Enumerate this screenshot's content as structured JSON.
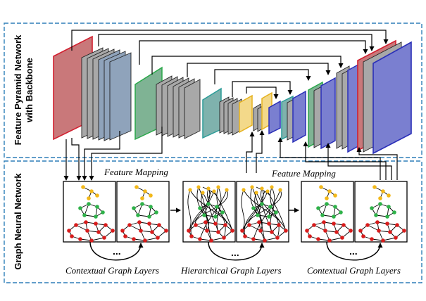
{
  "sections": {
    "top_label_line1": "Feature Pyramid Network",
    "top_label_line2": "with Backbone",
    "bottom_label": "Graph Neural Network"
  },
  "captions": {
    "feature_mapping_left": "Feature Mapping",
    "feature_mapping_right": "Feature Mapping",
    "contextual_left": "Contextual Graph Layers",
    "hierarchical": "Hierarchical Graph Layers",
    "contextual_right": "Contextual Graph Layers",
    "ellipsis": "..."
  },
  "colors": {
    "red_plane": "#c9787a",
    "red_edge": "#d22030",
    "gray_plane": "#a8a8a8",
    "steel_plane": "#8fa3bb",
    "green_plane": "#7fb394",
    "green_edge": "#2aa84a",
    "teal_plane": "#7fb2ad",
    "teal_edge": "#2b9c98",
    "yellow_plane": "#f3d98a",
    "yellow_edge": "#e6b21e",
    "blue_plane": "#7a7fd0",
    "blue_edge": "#2a2fb8",
    "dash_border": "#2e7fb8",
    "node_yellow": "#f2b81a",
    "node_green": "#2fb24a",
    "node_red": "#d81c1c"
  }
}
